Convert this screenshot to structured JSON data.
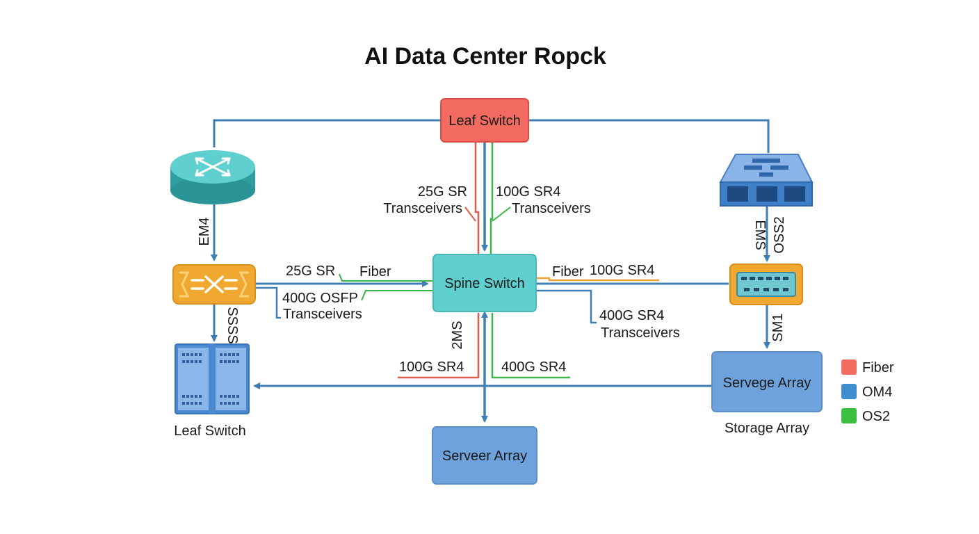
{
  "title": "AI Data Center Ropck",
  "colors": {
    "om4": "#3f7fb4",
    "fiber": "#e05a4c",
    "os2": "#3bb54a",
    "orange": "#eea43a",
    "leaf_fill": "#f26a60",
    "spine_fill": "#5fcfcf",
    "array_fill": "#6ea2dc"
  },
  "nodes": {
    "leaf_top": "Leaf Switch",
    "spine": "Spine Switch",
    "server_array": "Serveer Array",
    "storage_box": "Servege Array",
    "storage_caption": "Storage Array",
    "leaf_bottom_caption": "Leaf Switch"
  },
  "icons": {
    "router": "router-icon",
    "switch_orange": "mux-switch-icon",
    "server_rack": "server-rack-icon",
    "network_device": "network-appliance-icon",
    "patch_panel": "patch-panel-icon"
  },
  "labels": {
    "top_left_1": "25G SR",
    "top_left_2": "Transceivers",
    "top_right_1": "100G SR4",
    "top_right_2": "Transceivers",
    "em4": "EM4",
    "left_25g": "25G SR",
    "left_fiber": "Fiber",
    "left_400g_1": "400G OSFP",
    "left_400g_2": "Transceivers",
    "ssss": "SSSS",
    "right_fiber": "Fiber",
    "right_100g": "100G SR4",
    "right_400g_1": "400G SR4",
    "right_400g_2": "Transceivers",
    "ems": "EMS",
    "oss2": "OSS2",
    "sm1": "SM1",
    "two_ms": "2MS",
    "bottom_100g": "100G SR4",
    "bottom_400g": "400G SR4"
  },
  "legend": [
    {
      "label": "Fiber",
      "color": "#f26a60"
    },
    {
      "label": "OM4",
      "color": "#3f8fd0"
    },
    {
      "label": "OS2",
      "color": "#3bbf3f"
    }
  ]
}
